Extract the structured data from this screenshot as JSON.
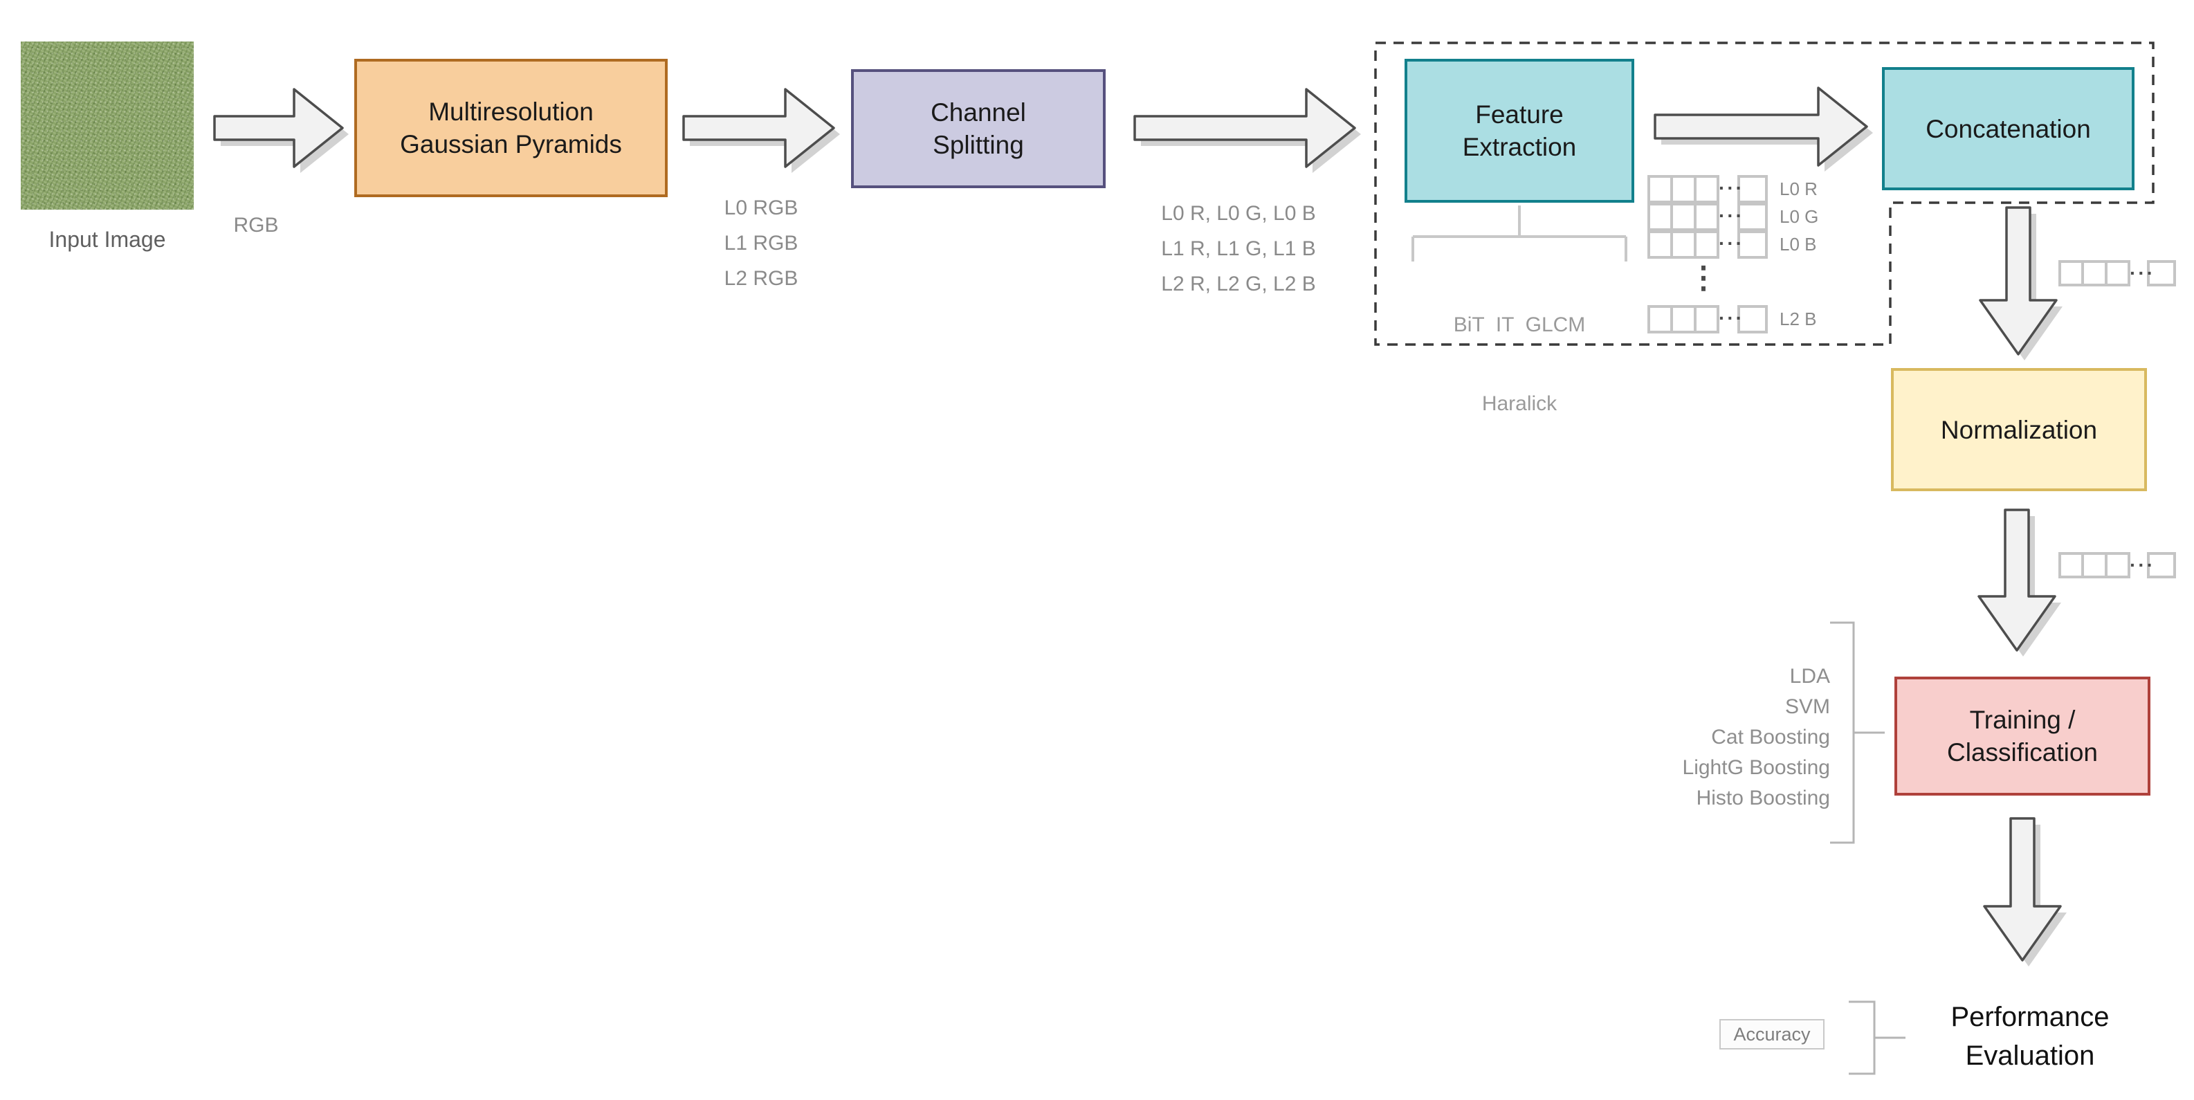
{
  "input": {
    "label": "Input Image",
    "edge_label": "RGB"
  },
  "stages": {
    "pyramids": {
      "line1": "Multiresolution",
      "line2": "Gaussian Pyramids",
      "fill": "#F8CE9D",
      "border": "#AF6B21"
    },
    "channel_splitting": {
      "line1": "Channel",
      "line2": "Splitting",
      "fill": "#CCCBE1",
      "border": "#56517E"
    },
    "feature_extraction": {
      "line1": "Feature",
      "line2": "Extraction",
      "fill": "#ABDEE3",
      "border": "#12808C"
    },
    "concatenation": {
      "label": "Concatenation",
      "fill": "#ABDEE3",
      "border": "#12808C"
    },
    "normalization": {
      "label": "Normalization",
      "fill": "#FFF2CB",
      "border": "#D8B95F"
    },
    "training": {
      "line1": "Training /",
      "line2": "Classification",
      "fill": "#F8CECC",
      "border": "#AF413B"
    },
    "performance": {
      "line1": "Performance",
      "line2": "Evaluation"
    }
  },
  "edge_labels": {
    "pyramid_outputs": [
      "L0 RGB",
      "L1 RGB",
      "L2 RGB"
    ],
    "channel_outputs": [
      "L0 R, L0 G, L0 B",
      "L1 R, L1 G, L1 B",
      "L2 R, L2 G, L2 B"
    ]
  },
  "feature_methods": {
    "line1": "BiT  IT  GLCM",
    "line2": "Haralick"
  },
  "feature_vectors": {
    "row_labels": [
      "L0 R",
      "L0 G",
      "L0 B"
    ],
    "last_row_label": "L2 B",
    "h_dots": "···",
    "v_dots": "⋮"
  },
  "classifiers": [
    "LDA",
    "SVM",
    "Cat Boosting",
    "LightG Boosting",
    "Histo Boosting"
  ],
  "metrics": {
    "accuracy": "Accuracy"
  },
  "arrow_color": "#F2F2F2",
  "arrow_stroke": "#4D4D4D",
  "dashed_group_color": "#3A3A3A"
}
